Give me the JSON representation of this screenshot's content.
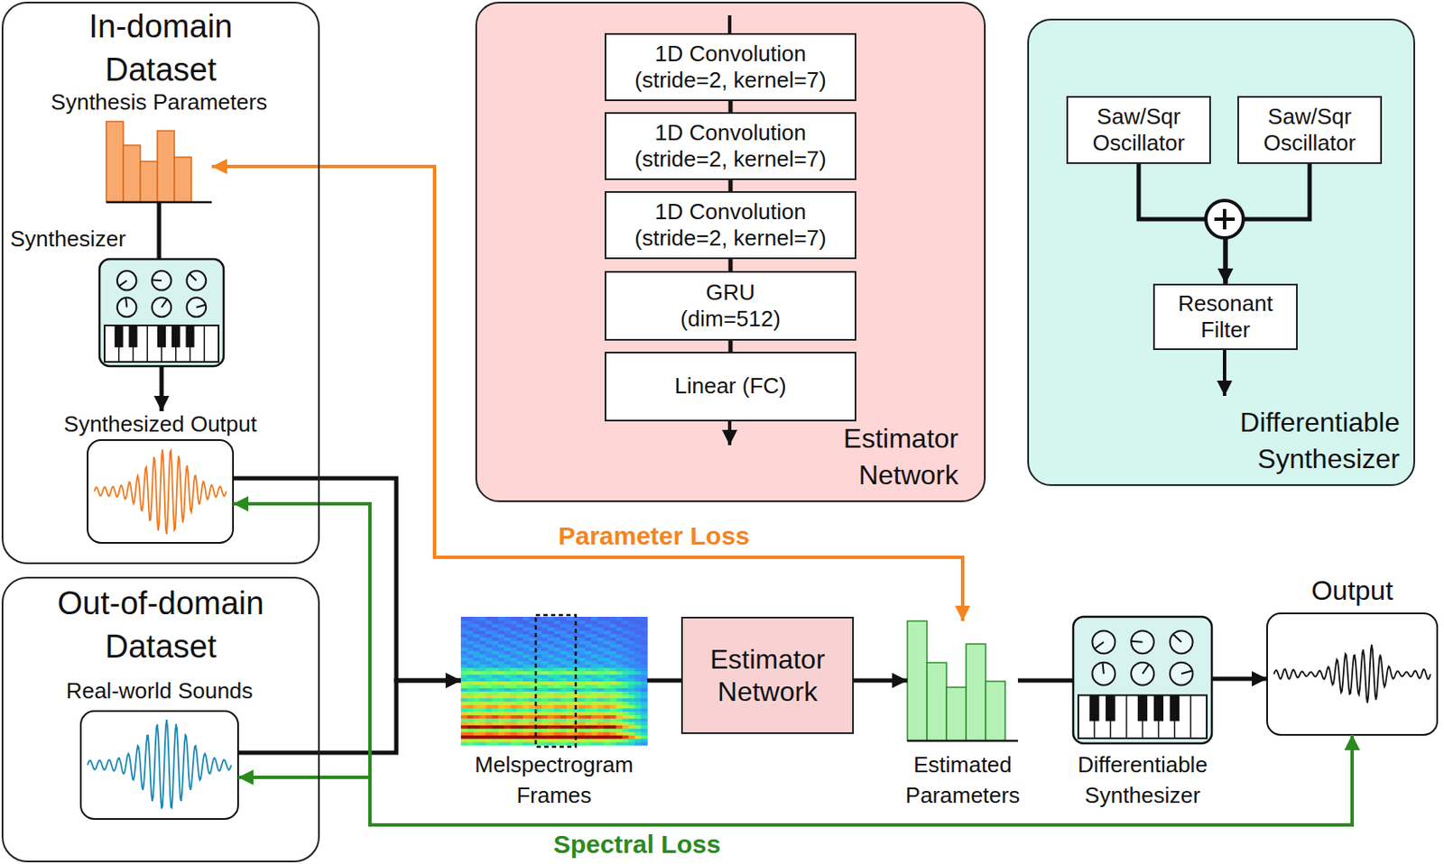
{
  "diagram": {
    "nodes": [
      {
        "text": [
          "In-domain Dataset"
        ]
      },
      {
        "text": [
          "Synthesis Parameters"
        ],
        "in": 0
      },
      {
        "text": [
          "Synthesizer"
        ],
        "in": 0
      },
      {
        "text": [
          "Synthesized Output"
        ],
        "in": 0
      },
      {
        "text": [
          "Out-of-domain Dataset"
        ]
      },
      {
        "text": [
          "Real-world Sounds"
        ],
        "in": 4
      },
      {
        "text": [
          "Estimator Network"
        ]
      },
      {
        "text": [
          "1D Convolution (stride=2, kernel=7)"
        ],
        "in": 6
      },
      {
        "text": [
          "1D Convolution (stride=2, kernel=7)"
        ],
        "in": 6
      },
      {
        "text": [
          "1D Convolution (stride=2, kernel=7)"
        ],
        "in": 6
      },
      {
        "text": [
          "GRU (dim=512)"
        ],
        "in": 6
      },
      {
        "text": [
          "Linear (FC)"
        ],
        "in": 6
      },
      {
        "text": [
          "Differentiable Synthesizer"
        ]
      },
      {
        "text": [
          "Saw/Sqr Oscillator"
        ],
        "in": 12
      },
      {
        "text": [
          "Saw/Sqr Oscillator"
        ],
        "in": 12
      },
      {
        "text": [
          "Resonant Filter"
        ],
        "in": 12
      },
      {
        "text": [
          "Melspectrogram Frames"
        ]
      },
      {
        "text": [
          "Estimator Network"
        ]
      },
      {
        "text": [
          "Estimated Parameters"
        ]
      },
      {
        "text": [
          "Differentiable Synthesizer"
        ]
      },
      {
        "text": [
          "Output"
        ]
      }
    ],
    "edges": [
      {
        "from": 1,
        "to": 2,
        "arrow": "none"
      },
      {
        "from": 2,
        "to": 3,
        "arrow": "to"
      },
      {
        "from": 3,
        "to": 16,
        "arrow": "to"
      },
      {
        "from": 5,
        "to": 16,
        "arrow": "to"
      },
      {
        "from": 16,
        "to": 17,
        "arrow": "none"
      },
      {
        "from": 17,
        "to": 18,
        "arrow": "to"
      },
      {
        "from": 18,
        "to": 19,
        "arrow": "none"
      },
      {
        "from": 19,
        "to": 20,
        "arrow": "to"
      },
      {
        "from": 18,
        "to": 1,
        "arrow": "both",
        "label": "Parameter Loss"
      },
      {
        "from": 20,
        "to": 3,
        "arrow": "both"
      },
      {
        "from": 20,
        "to": 5,
        "arrow": "both",
        "label": "Spectral Loss"
      },
      {
        "from": 7,
        "to": 8,
        "arrow": "none"
      },
      {
        "from": 8,
        "to": 9,
        "arrow": "none"
      },
      {
        "from": 9,
        "to": 10,
        "arrow": "none"
      },
      {
        "from": 10,
        "to": 11,
        "arrow": "none"
      },
      {
        "from": 13,
        "to": 15,
        "arrow": "to"
      },
      {
        "from": 14,
        "to": 15,
        "arrow": "to"
      }
    ]
  }
}
